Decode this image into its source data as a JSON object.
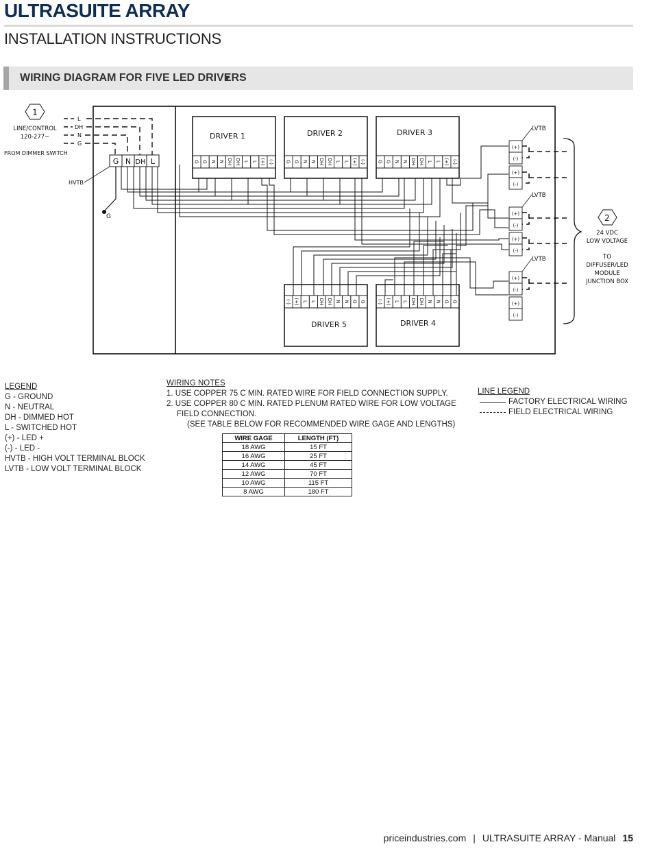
{
  "header": {
    "brand_title": "ULTRASUITE ARRAY",
    "subtitle": "INSTALLATION INSTRUCTIONS"
  },
  "section": {
    "title": "WIRING DIAGRAM FOR FIVE LED DRIVERS",
    "icon": "triangle-down-icon"
  },
  "diagram": {
    "callout_1": "1",
    "callout_2": "2",
    "line_control": "LINE/CONTROL",
    "voltage": "120-277~",
    "from_dimmer": "FROM DIMMER SWITCH",
    "wire_labels": [
      "L",
      "DH",
      "N",
      "G"
    ],
    "hvtb_label": "HVTB",
    "hvtb_terminals": [
      "G",
      "N",
      "DH",
      "L"
    ],
    "ground_label": "G",
    "lvtb_label": "LVTB",
    "drivers": [
      "DRIVER 1",
      "DRIVER 2",
      "DRIVER 3",
      "DRIVER 4",
      "DRIVER 5"
    ],
    "driver_terminals": [
      "G",
      "G",
      "N",
      "N",
      "DH",
      "DH",
      "L",
      "L",
      "(+)",
      "(-)"
    ],
    "lvtb_terminals": [
      "(+)",
      "(-)"
    ],
    "right_text": [
      "24 VDC",
      "LOW VOLTAGE",
      "TO",
      "DIFFUSER/LED",
      "MODULE",
      "JUNCTION BOX"
    ]
  },
  "legend": {
    "title": "LEGEND",
    "items": [
      "G - GROUND",
      "N - NEUTRAL",
      "DH - DIMMED HOT",
      "L - SWITCHED HOT",
      "(+) - LED +",
      "(-) - LED -",
      "HVTB - HIGH VOLT TERMINAL BLOCK",
      "LVTB - LOW VOLT TERMINAL BLOCK"
    ]
  },
  "wiring_notes": {
    "title": "WIRING NOTES",
    "note1": "1. USE COPPER 75 C MIN. RATED WIRE FOR FIELD CONNECTION SUPPLY.",
    "note2a": "2. USE COPPER 80 C MIN. RATED PLENUM RATED WIRE FOR LOW VOLTAGE",
    "note2b": "FIELD CONNECTION.",
    "note2c": "(SEE TABLE BELOW FOR RECOMMENDED WIRE GAGE AND LENGTHS)"
  },
  "gage_table": {
    "headers": [
      "WIRE GAGE",
      "LENGTH (FT)"
    ],
    "rows": [
      [
        "18 AWG",
        "15 FT"
      ],
      [
        "16 AWG",
        "25 FT"
      ],
      [
        "14 AWG",
        "45 FT"
      ],
      [
        "12 AWG",
        "70 FT"
      ],
      [
        "10 AWG",
        "115 FT"
      ],
      [
        "8 AWG",
        "180 FT"
      ]
    ]
  },
  "line_legend": {
    "title": "LINE LEGEND",
    "factory": "FACTORY ELECTRICAL WIRING",
    "field": "FIELD ELECTRICAL WIRING"
  },
  "footer": {
    "site": "priceindustries.com",
    "separator": "|",
    "manual": "ULTRASUITE ARRAY - Manual",
    "page": "15"
  }
}
